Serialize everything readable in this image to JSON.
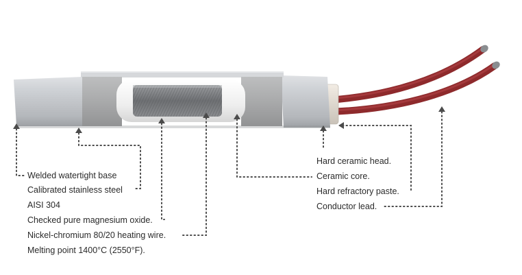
{
  "labels_left": [
    "Welded watertight base",
    "Calibrated stainless steel",
    "AISI 304",
    "Checked pure magnesium oxide.",
    "Nickel-chromium 80/20 heating wire.",
    "Melting point 1400°C (2550°F)."
  ],
  "labels_right": [
    "Hard ceramic head.",
    "Ceramic core.",
    "Hard refractory paste.",
    "Conductor lead."
  ],
  "colors": {
    "tube": "#c7cace",
    "ceramic": "#a8a9aa",
    "magnesium_oxide": "#f4f4f4",
    "wire": "#7d7f82",
    "lead": "#8e2a2c",
    "pointer": "#4b4b4b"
  }
}
